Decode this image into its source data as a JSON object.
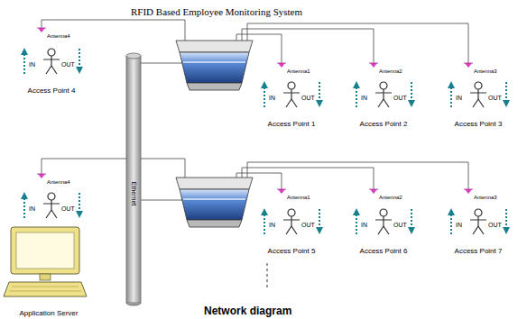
{
  "diagram": {
    "title": "RFID Based Employee Monitoring System",
    "caption": "Network diagram",
    "nodes": [
      {
        "text": [
          "Ethernet"
        ]
      },
      {
        "text": [
          "Application Server"
        ]
      }
    ],
    "labels": [
      "Antenna4",
      "IN",
      "OUT",
      "Access Point 4",
      "Antenna1",
      "IN",
      "OUT",
      "Access Point 1",
      "Antenna2",
      "IN",
      "OUT",
      "Access Point 2",
      "Antenna3",
      "IN",
      "OUT",
      "Access Point 3",
      "Antenna4",
      "IN",
      "OUT",
      "Antenna1",
      "IN",
      "OUT",
      "Access Point 5",
      "Antenna2",
      "IN",
      "OUT",
      "Access Point 6",
      "Antenna3",
      "IN",
      "OUT",
      "Access Point 7"
    ]
  }
}
